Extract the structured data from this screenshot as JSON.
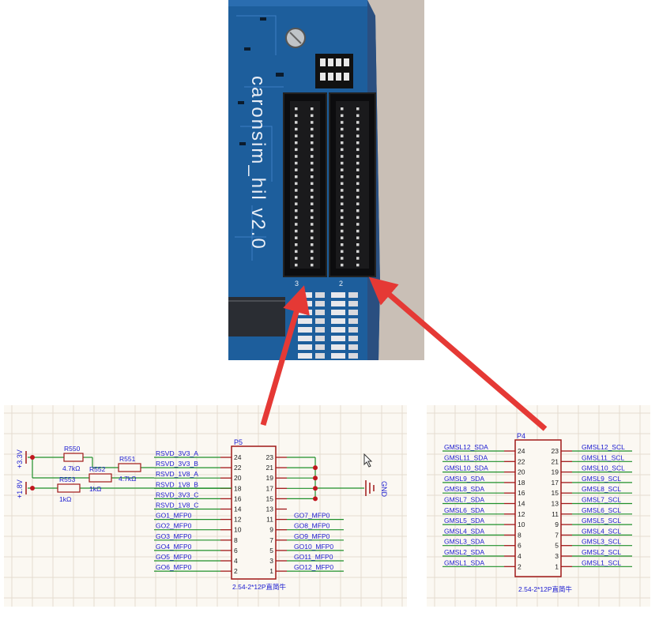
{
  "photo": {
    "silkscreen_text": "caronsim_hil v2.0",
    "connector_labels": [
      "3",
      "2"
    ]
  },
  "left_schematic": {
    "connector_ref": "P5",
    "connector_part": "2.54-2*12P直简牛",
    "left_pins": [
      "24",
      "22",
      "20",
      "18",
      "16",
      "14",
      "12",
      "10",
      "8",
      "6",
      "4",
      "2"
    ],
    "right_pins": [
      "23",
      "21",
      "19",
      "17",
      "15",
      "13",
      "11",
      "9",
      "7",
      "5",
      "3",
      "1"
    ],
    "left_nets": [
      "RSVD_3V3_A",
      "RSVD_3V3_B",
      "RSVD_1V8_A",
      "RSVD_1V8_B",
      "RSVD_3V3_C",
      "RSVD_1V8_C",
      "GO1_MFP0",
      "GO2_MFP0",
      "GO3_MFP0",
      "GO4_MFP0",
      "GO5_MFP0",
      "GO6_MFP0"
    ],
    "right_nets": [
      "GO7_MFP0",
      "GO8_MFP0",
      "GO9_MFP0",
      "GO10_MFP0",
      "GO11_MFP0",
      "GO12_MFP0"
    ],
    "power_3v3": "+3.3V",
    "power_1v8": "+1.8V",
    "gnd_label": "GND",
    "resistors": [
      {
        "ref": "R550",
        "value": "4.7kΩ"
      },
      {
        "ref": "R551",
        "value": "4.7kΩ"
      },
      {
        "ref": "R553",
        "value": "1kΩ"
      },
      {
        "ref": "R552",
        "value": "1kΩ"
      }
    ]
  },
  "right_schematic": {
    "connector_ref": "P4",
    "connector_part": "2.54-2*12P直简牛",
    "left_pins": [
      "24",
      "22",
      "20",
      "18",
      "16",
      "14",
      "12",
      "10",
      "8",
      "6",
      "4",
      "2"
    ],
    "right_pins": [
      "23",
      "21",
      "19",
      "17",
      "15",
      "13",
      "11",
      "9",
      "7",
      "5",
      "3",
      "1"
    ],
    "left_nets": [
      "GMSL12_SDA",
      "GMSL11_SDA",
      "GMSL10_SDA",
      "GMSL9_SDA",
      "GMSL8_SDA",
      "GMSL7_SDA",
      "GMSL6_SDA",
      "GMSL5_SDA",
      "GMSL4_SDA",
      "GMSL3_SDA",
      "GMSL2_SDA",
      "GMSL1_SDA"
    ],
    "right_nets": [
      "GMSL12_SCL",
      "GMSL11_SCL",
      "GMSL10_SCL",
      "GMSL9_SCL",
      "GMSL8_SCL",
      "GMSL7_SCL",
      "GMSL6_SCL",
      "GMSL5_SCL",
      "GMSL4_SCL",
      "GMSL3_SCL",
      "GMSL2_SCL",
      "GMSL1_SCL"
    ]
  },
  "colors": {
    "pcb_blue": "#1d5e9c",
    "net_label": "#1a1ad0",
    "wire_green": "#1f8f2a",
    "pin_red": "#a01818",
    "arrow_red": "#e53935"
  }
}
